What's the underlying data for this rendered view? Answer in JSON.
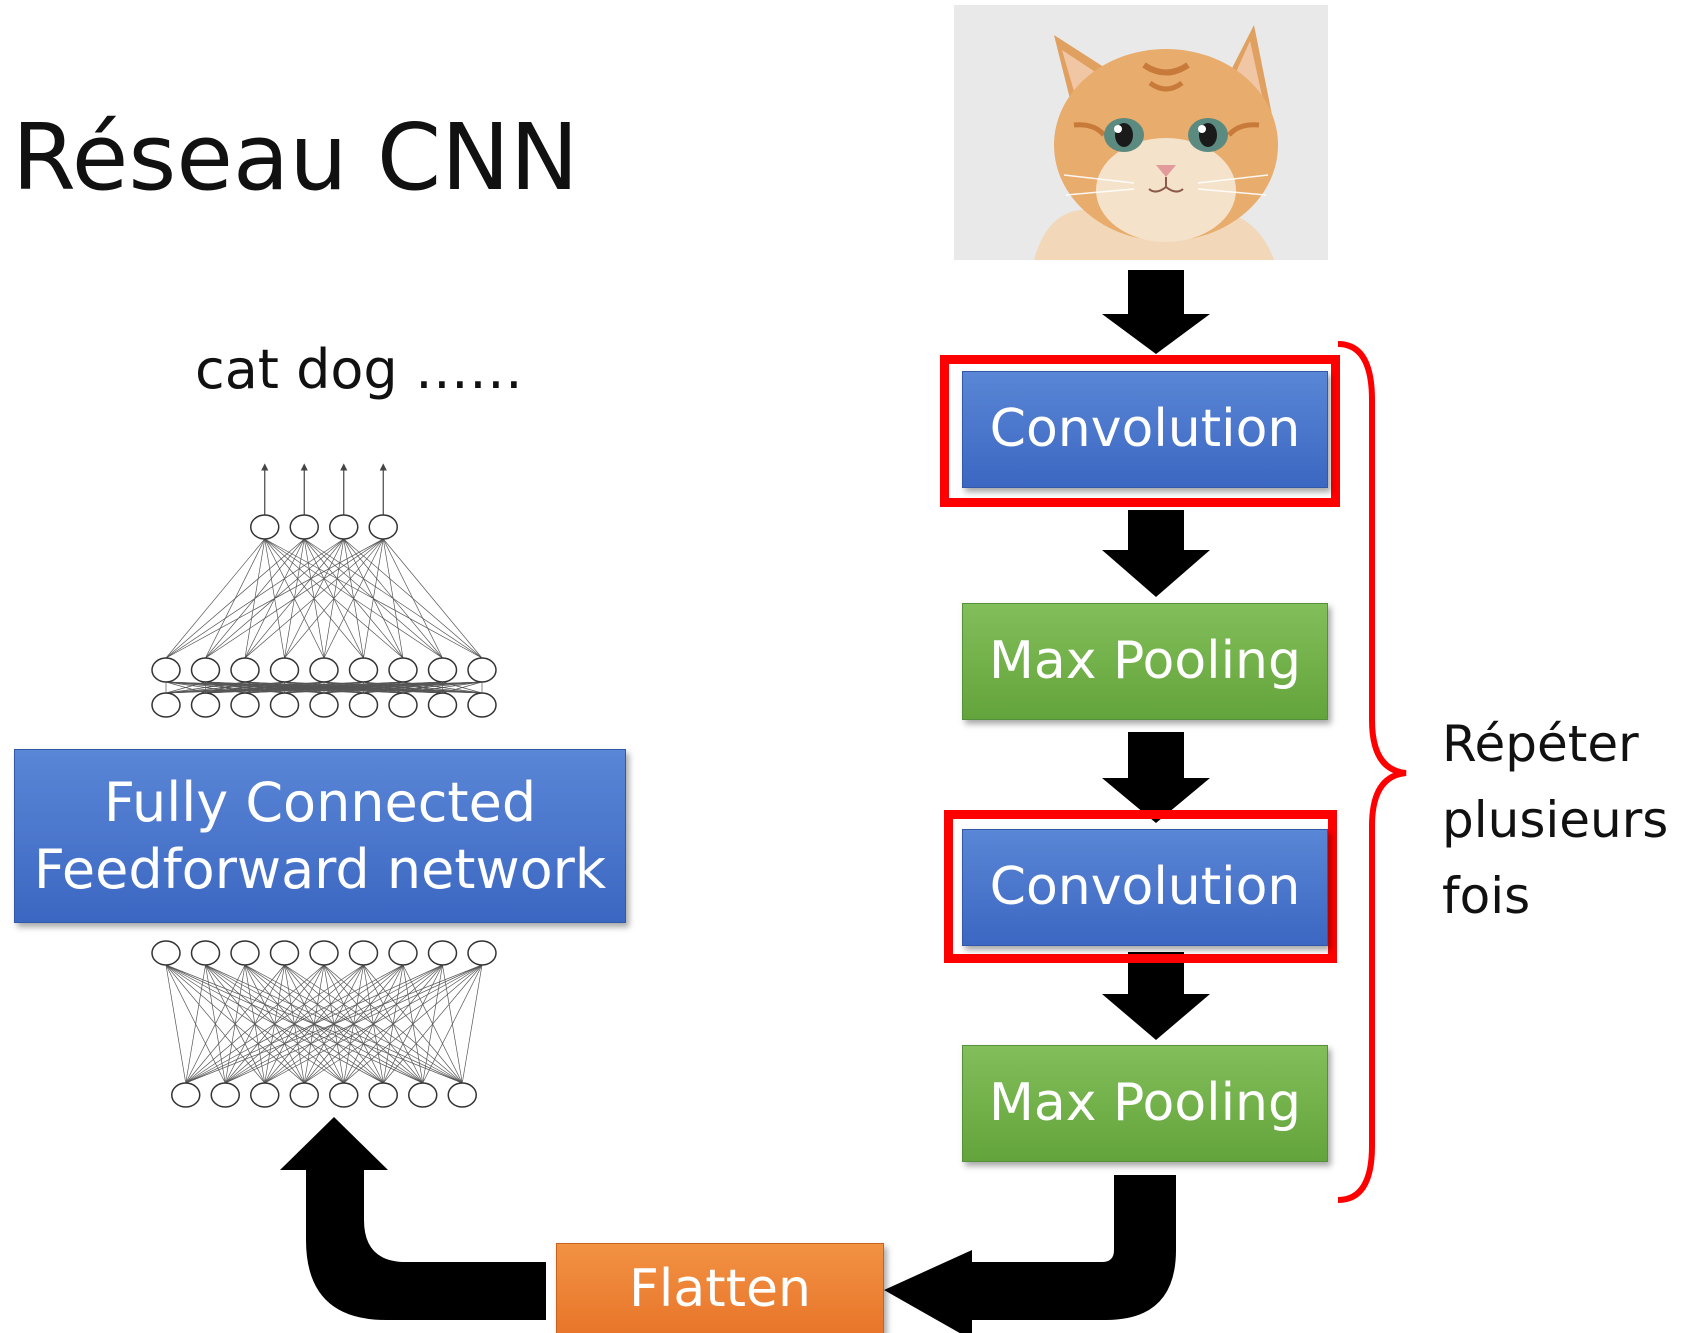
{
  "title": "Réseau CNN",
  "output_classes_label": "cat dog ……",
  "fully_connected": {
    "line1": "Fully Connected",
    "line2": "Feedforward network"
  },
  "pipeline": {
    "conv1": "Convolution",
    "pool1": "Max Pooling",
    "conv2": "Convolution",
    "pool2": "Max Pooling",
    "flatten": "Flatten"
  },
  "repeat_note": {
    "line1": "Répéter",
    "line2": "plusieurs",
    "line3": "fois"
  },
  "colors": {
    "conv_blue": "#4472c4",
    "pool_green": "#70ad47",
    "flatten_orange": "#ed7d31",
    "highlight_red": "#ff0000",
    "arrow_black": "#000000"
  },
  "input_image": "kitten-photo",
  "network_layers": [
    4,
    9,
    9,
    9,
    8
  ]
}
